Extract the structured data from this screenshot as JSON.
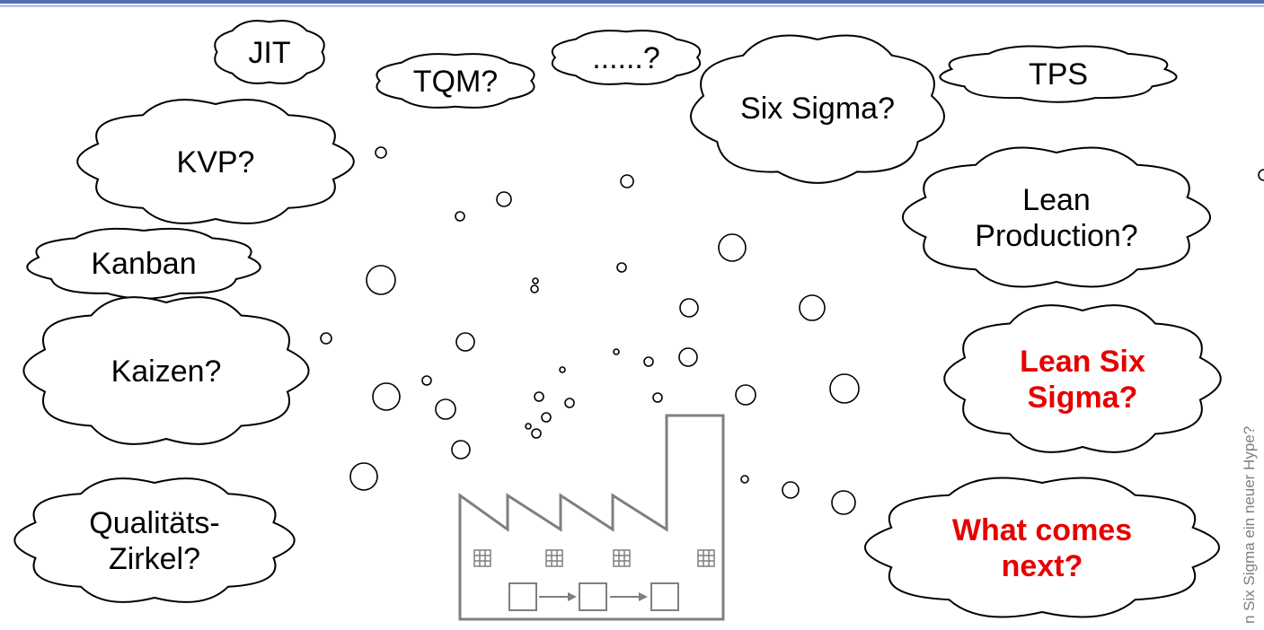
{
  "clouds": [
    {
      "id": "jit",
      "lines": [
        "JIT"
      ],
      "highlight": false
    },
    {
      "id": "tqm",
      "lines": [
        "TQM?"
      ],
      "highlight": false
    },
    {
      "id": "dots",
      "lines": [
        "......?"
      ],
      "highlight": false
    },
    {
      "id": "tps",
      "lines": [
        "TPS"
      ],
      "highlight": false
    },
    {
      "id": "kvp",
      "lines": [
        "KVP?"
      ],
      "highlight": false
    },
    {
      "id": "six-sigma",
      "lines": [
        "Six Sigma?"
      ],
      "highlight": false
    },
    {
      "id": "lean-production",
      "lines": [
        "Lean",
        "Production?"
      ],
      "highlight": false
    },
    {
      "id": "kanban",
      "lines": [
        "Kanban"
      ],
      "highlight": false
    },
    {
      "id": "kaizen",
      "lines": [
        "Kaizen?"
      ],
      "highlight": false
    },
    {
      "id": "lean-six-sigma",
      "lines": [
        "Lean Six",
        "Sigma?"
      ],
      "highlight": true
    },
    {
      "id": "qualitaets-zirkel",
      "lines": [
        "Qualitäts-",
        "Zirkel?"
      ],
      "highlight": false
    },
    {
      "id": "what-comes-next",
      "lines": [
        "What comes",
        "next?"
      ],
      "highlight": true
    }
  ],
  "side_text": "n Six Sigma ein neuer Hype?",
  "colors": {
    "highlight": "#e60000",
    "factory": "#7f7f7f",
    "rule": "#4f6fae"
  }
}
